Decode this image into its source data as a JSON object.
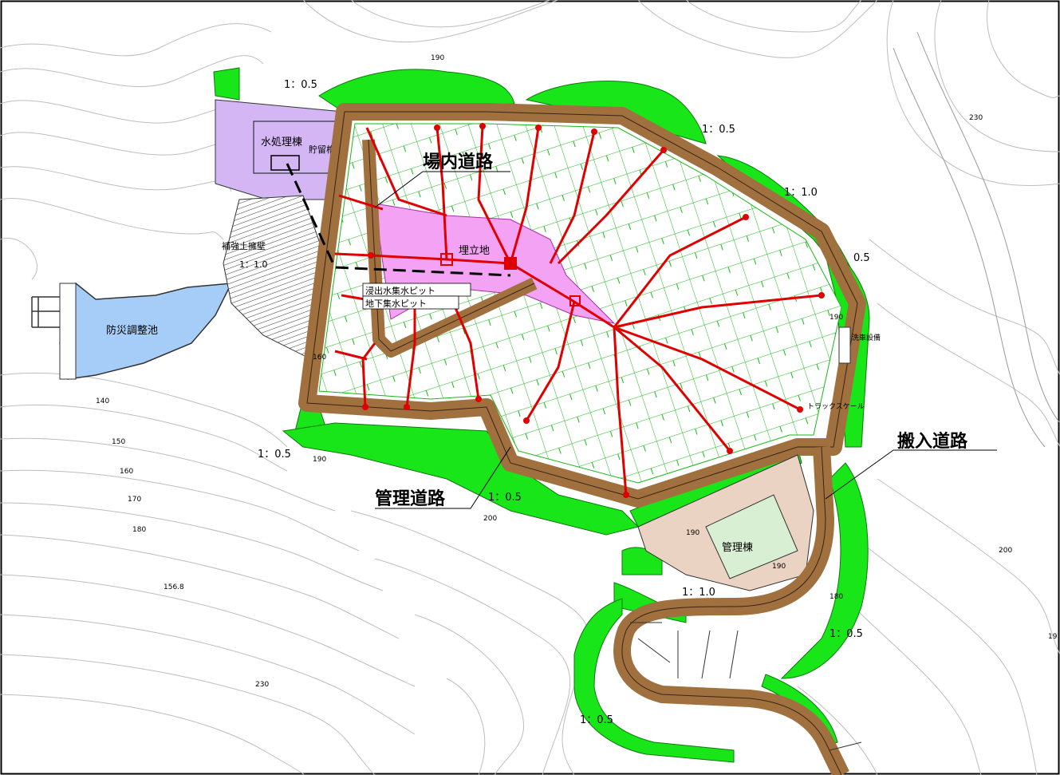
{
  "labels": {
    "internal_road": "場内道路",
    "management_road": "管理道路",
    "access_road": "搬入道路",
    "water_treatment": "水処理棟",
    "storage_tank": "貯留槽",
    "reinforced_wall": "補強土擁壁",
    "disaster_pond": "防災調整池",
    "landfill": "埋立地",
    "leachate_pit": "浸出水集水ピット",
    "groundwater_pit": "地下集水ピット",
    "admin_building": "管理棟",
    "truck_scale": "トラックスケール",
    "wash_facility": "洗車設備"
  },
  "slope_ratios": {
    "s1": "1：0.5",
    "s2": "1：0.5",
    "s3": "1：1.0",
    "s4": "0.5",
    "s5": "1：1.0",
    "s6": "1：0.5",
    "s7": "1：0.5",
    "s8": "1：1.0",
    "s9": "1：0.5",
    "s10": "1：0.5"
  },
  "contours": {
    "c190a": "190",
    "c190b": "190",
    "c190c": "190",
    "c190d": "190",
    "c190e": "190",
    "c140": "140",
    "c150": "150",
    "c160a": "160",
    "c160b": "160",
    "c170": "170",
    "c180a": "180",
    "c180b": "180",
    "c200a": "200",
    "c200b": "200",
    "c230a": "230",
    "c230b": "230",
    "c1568": "156.8",
    "c19": "19"
  },
  "colors": {
    "berm": "#a0703f",
    "slope_green": "#19e619",
    "drain_red": "#e00000",
    "landfill_pink": "#f4a3f4",
    "water_blue": "#a6cdf7",
    "treatment_purple": "#d3b6f3",
    "admin_area": "#ead3c3",
    "admin_bldg": "#d8efd3",
    "cell_green": "#18b818"
  }
}
